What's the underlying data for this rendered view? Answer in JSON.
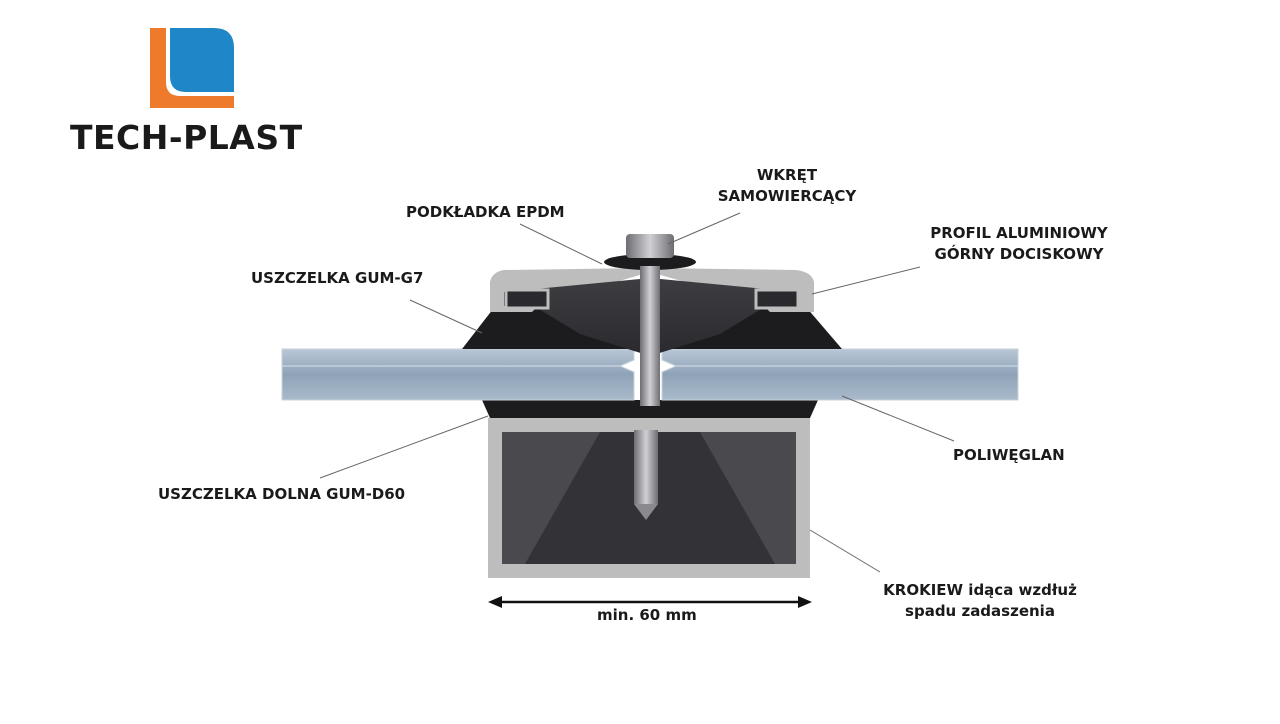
{
  "brand": {
    "name": "TECH-PLAST",
    "colors": {
      "orange": "#EE7A2C",
      "blue": "#1F86C8"
    }
  },
  "labels": {
    "screw": [
      "WKRĘT",
      "SAMOWIERCĄCY"
    ],
    "epdm_washer": "PODKŁADKA EPDM",
    "top_profile": [
      "PROFIL ALUMINIOWY",
      "GÓRNY DOCISKOWY"
    ],
    "gasket_g7": "USZCZELKA GUM-G7",
    "polycarbonate": "POLIWĘGLAN",
    "bottom_gasket": "USZCZELKA DOLNA GUM-D60",
    "rafter": [
      "KROKIEW idąca wzdłuż",
      "spadu zadaszenia"
    ],
    "dimension": "min. 60 mm"
  }
}
